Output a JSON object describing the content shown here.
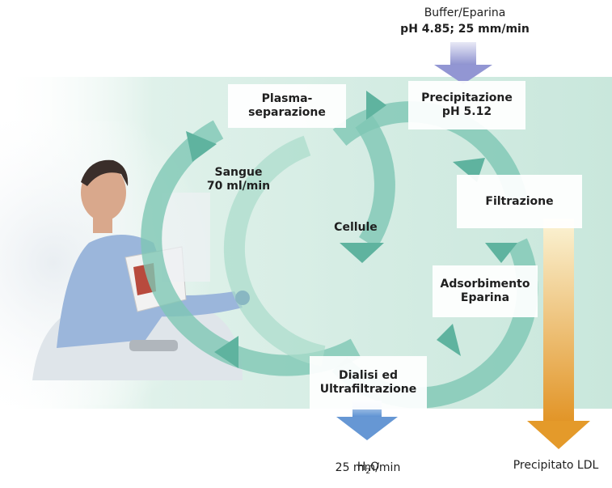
{
  "top_input": {
    "line1": "Buffer/Eparina",
    "line2": "pH 4.85; 25 mm/min"
  },
  "boxes": {
    "plasma": "Plasma-\nseparazione",
    "precipitazione": "Precipitazione\npH 5.12",
    "filtrazione": "Filtrazione",
    "adsorbimento": "Adsorbimento\nEparina",
    "dialisi": "Dialisi ed\nUltrafiltrazione"
  },
  "labels": {
    "sangue": "Sangue\n70 ml/min",
    "cellule": "Cellule",
    "water_formula_main": "H",
    "water_formula_sub": "2",
    "water_formula_tail": "O",
    "water_rate": "25 mm/min",
    "precipitato": "Precipitato LDL"
  },
  "colors": {
    "loop": "#7ec7b4",
    "loop_dark": "#5fb39f",
    "panel": "#cfe9df",
    "buffer_arrow": "#9b9fd6",
    "water_arrow": "#6b9bd6",
    "ldl_arrow_top": "#f6efc7",
    "ldl_arrow_bottom": "#e49a2a"
  }
}
